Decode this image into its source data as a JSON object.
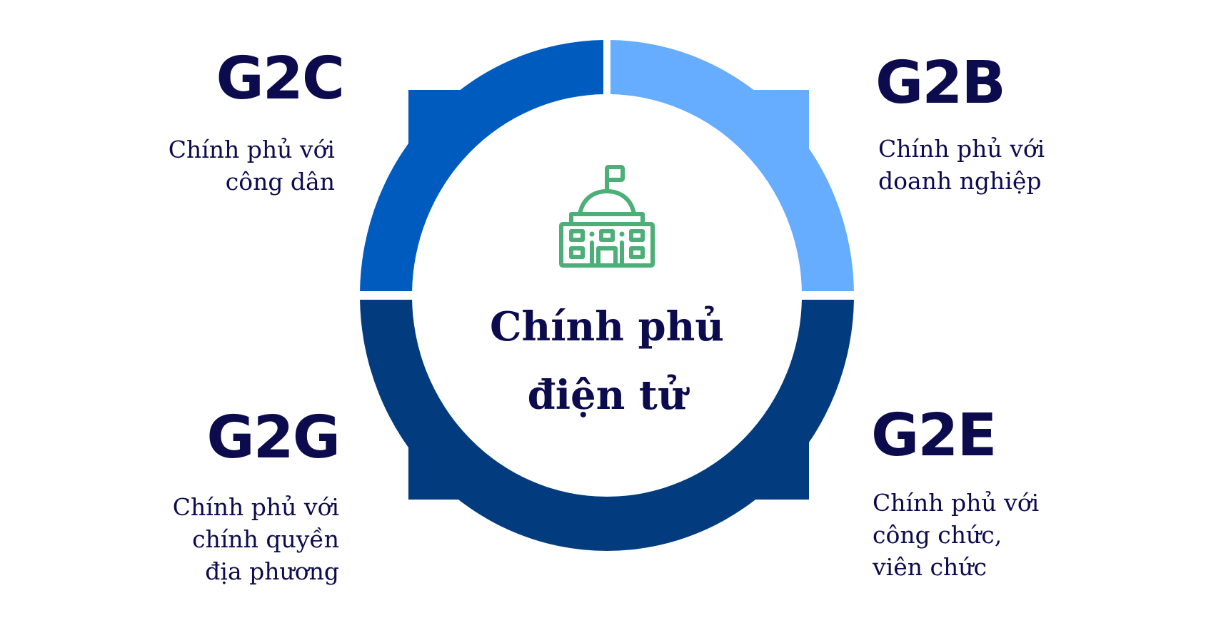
{
  "diagram": {
    "title_line1": "Chính phủ",
    "title_line2": "điện tử",
    "center_icon": "government-building-icon",
    "colors": {
      "text": "#0b0b4d",
      "icon": "#4caf78",
      "g2c_segment": "#005bbf",
      "g2b_segment": "#66acff",
      "bottom_segment": "#023c7e",
      "background": "#ffffff"
    },
    "quadrants": {
      "g2c": {
        "code": "G2C",
        "lines": [
          "Chính phủ với",
          "công dân"
        ]
      },
      "g2b": {
        "code": "G2B",
        "lines": [
          "Chính phủ với",
          "doanh nghiệp"
        ]
      },
      "g2g": {
        "code": "G2G",
        "lines": [
          "Chính phủ với",
          "chính quyền",
          "địa phương"
        ]
      },
      "g2e": {
        "code": "G2E",
        "lines": [
          "Chính phủ với",
          "công chức,",
          "viên chức"
        ]
      }
    }
  }
}
